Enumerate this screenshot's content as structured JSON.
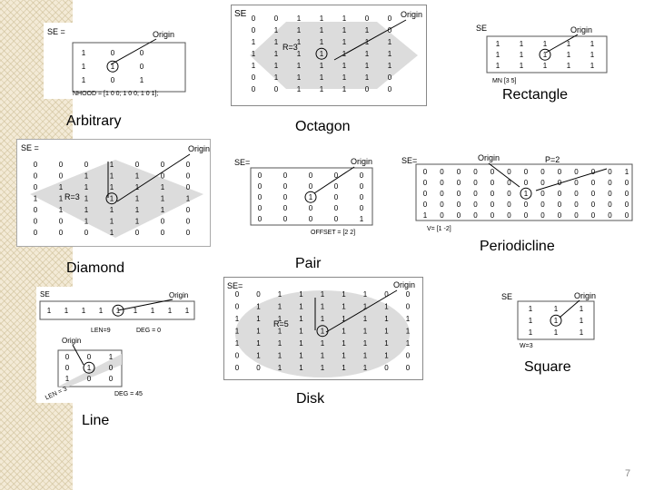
{
  "slide": {
    "page_number": "7"
  },
  "labels": {
    "arbitrary": "Arbitrary",
    "octagon": "Octagon",
    "rectangle": "Rectangle",
    "diamond": "Diamond",
    "pair": "Pair",
    "periodicline": "Periodicline",
    "disk": "Disk",
    "square": "Square",
    "line": "Line"
  },
  "panels": {
    "arbitrary": {
      "se": "SE =",
      "origin": "Origin",
      "caption": "NHOOD = [1 0 0; 1 0 0; 1 0 1];",
      "grid": [
        [
          "1",
          "0",
          "0"
        ],
        [
          "1",
          "1",
          "0"
        ],
        [
          "1",
          "0",
          "1"
        ]
      ]
    },
    "octagon": {
      "se": "SE",
      "origin": "Origin",
      "radius": "R=3",
      "grid": [
        [
          "0",
          "0",
          "1",
          "1",
          "1",
          "0",
          "0"
        ],
        [
          "0",
          "1",
          "1",
          "1",
          "1",
          "1",
          "0"
        ],
        [
          "1",
          "1",
          "1",
          "1",
          "1",
          "1",
          "1"
        ],
        [
          "1",
          "1",
          "1",
          "1",
          "1",
          "1",
          "1"
        ],
        [
          "1",
          "1",
          "1",
          "1",
          "1",
          "1",
          "1"
        ],
        [
          "0",
          "1",
          "1",
          "1",
          "1",
          "1",
          "0"
        ],
        [
          "0",
          "0",
          "1",
          "1",
          "1",
          "0",
          "0"
        ]
      ]
    },
    "rectangle": {
      "se": "SE",
      "origin": "Origin",
      "caption": "MN [3 5]",
      "grid": [
        [
          "1",
          "1",
          "1",
          "1",
          "1"
        ],
        [
          "1",
          "1",
          "1",
          "1",
          "1"
        ],
        [
          "1",
          "1",
          "1",
          "1",
          "1"
        ]
      ]
    },
    "diamond": {
      "se": "SE =",
      "origin": "Origin",
      "radius": "R=3",
      "grid": [
        [
          "0",
          "0",
          "0",
          "1",
          "0",
          "0",
          "0"
        ],
        [
          "0",
          "0",
          "1",
          "1",
          "1",
          "0",
          "0"
        ],
        [
          "0",
          "1",
          "1",
          "1",
          "1",
          "1",
          "0"
        ],
        [
          "1",
          "1",
          "1",
          "1",
          "1",
          "1",
          "1"
        ],
        [
          "0",
          "1",
          "1",
          "1",
          "1",
          "1",
          "0"
        ],
        [
          "0",
          "0",
          "1",
          "1",
          "1",
          "0",
          "0"
        ],
        [
          "0",
          "0",
          "0",
          "1",
          "0",
          "0",
          "0"
        ]
      ]
    },
    "pair": {
      "se": "SE=",
      "origin": "Origin",
      "caption": "OFFSET = [2 2]",
      "grid": [
        [
          "0",
          "0",
          "0",
          "0",
          "0"
        ],
        [
          "0",
          "0",
          "0",
          "0",
          "0"
        ],
        [
          "0",
          "0",
          "1",
          "0",
          "0"
        ],
        [
          "0",
          "0",
          "0",
          "0",
          "0"
        ],
        [
          "0",
          "0",
          "0",
          "0",
          "1"
        ]
      ]
    },
    "periodicline": {
      "se": "SE=",
      "origin": "Origin",
      "p": "P=2",
      "caption": "V= [1 -2]",
      "grid": [
        [
          "0",
          "0",
          "0",
          "0",
          "0",
          "0",
          "0",
          "0",
          "0",
          "0",
          "0",
          "0",
          "1"
        ],
        [
          "0",
          "0",
          "0",
          "0",
          "0",
          "0",
          "0",
          "0",
          "0",
          "0",
          "0",
          "0",
          "0"
        ],
        [
          "0",
          "0",
          "0",
          "0",
          "0",
          "0",
          "1",
          "0",
          "0",
          "0",
          "0",
          "0",
          "0"
        ],
        [
          "0",
          "0",
          "0",
          "0",
          "0",
          "0",
          "0",
          "0",
          "0",
          "0",
          "0",
          "0",
          "0"
        ],
        [
          "1",
          "0",
          "0",
          "0",
          "0",
          "0",
          "0",
          "0",
          "0",
          "0",
          "0",
          "0",
          "0"
        ]
      ]
    },
    "disk": {
      "se": "SE=",
      "origin": "Origin",
      "radius": "R=5",
      "grid": [
        [
          "0",
          "0",
          "1",
          "1",
          "1",
          "1",
          "1",
          "0",
          "0"
        ],
        [
          "0",
          "1",
          "1",
          "1",
          "1",
          "1",
          "1",
          "1",
          "0"
        ],
        [
          "1",
          "1",
          "1",
          "1",
          "1",
          "1",
          "1",
          "1",
          "1"
        ],
        [
          "1",
          "1",
          "1",
          "1",
          "1",
          "1",
          "1",
          "1",
          "1"
        ],
        [
          "1",
          "1",
          "1",
          "1",
          "1",
          "1",
          "1",
          "1",
          "1"
        ],
        [
          "0",
          "1",
          "1",
          "1",
          "1",
          "1",
          "1",
          "1",
          "0"
        ],
        [
          "0",
          "0",
          "1",
          "1",
          "1",
          "1",
          "1",
          "0",
          "0"
        ]
      ]
    },
    "square": {
      "se": "SE",
      "origin": "Origin",
      "caption": "W=3",
      "grid": [
        [
          "1",
          "1",
          "1"
        ],
        [
          "1",
          "1",
          "1"
        ],
        [
          "1",
          "1",
          "1"
        ]
      ]
    },
    "line": {
      "se": "SE",
      "origin": "Origin",
      "origin2": "Origin",
      "len": "LEN=9",
      "deg0": "DEG = 0",
      "len2": "LEN = 3",
      "deg45": "DEG = 45",
      "grid": [
        [
          "1",
          "1",
          "1",
          "1",
          "1",
          "1",
          "1",
          "1",
          "1"
        ]
      ],
      "grid2": [
        [
          "0",
          "0",
          "1"
        ],
        [
          "0",
          "1",
          "0"
        ],
        [
          "1",
          "0",
          "0"
        ]
      ]
    }
  }
}
